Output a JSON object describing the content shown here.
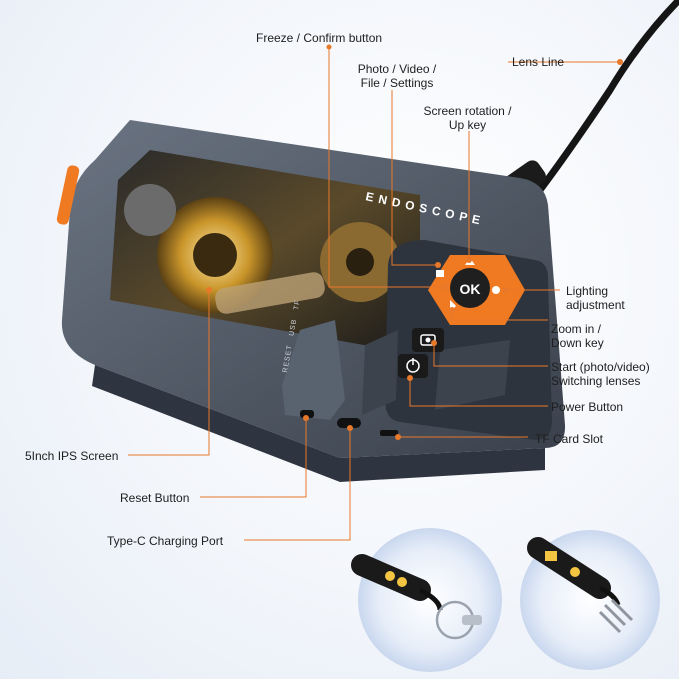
{
  "device": {
    "brand_text": "ENDOSCOPE",
    "ok_label": "OK",
    "port_labels": [
      "RESET",
      "USB",
      "TF"
    ]
  },
  "callouts": {
    "freeze": "Freeze / Confirm button",
    "mode_line1": "Photo / Video /",
    "mode_line2": "File / Settings",
    "rotation_line1": "Screen rotation /",
    "rotation_line2": "Up key",
    "lens_line": "Lens Line",
    "lighting_line1": "Lighting",
    "lighting_line2": "adjustment",
    "zoom_line1": "Zoom in /",
    "zoom_line2": "Down key",
    "start_line1": "Start (photo/video)",
    "start_line2": "Switching lenses",
    "power": "Power Button",
    "tf_slot": "TF Card Slot",
    "screen": "5Inch IPS Screen",
    "reset": "Reset Button",
    "typec": "Type-C Charging Port"
  },
  "colors": {
    "accent": "#f07a22",
    "body": "#4f5866",
    "body_dark": "#2f3540",
    "line": "#e8782a"
  }
}
